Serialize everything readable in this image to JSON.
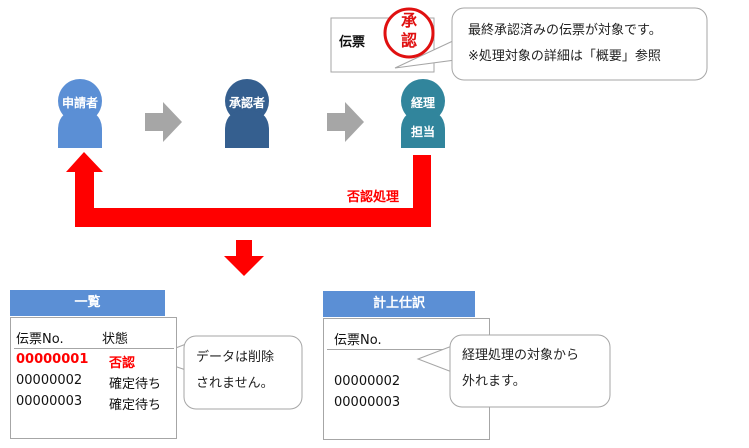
{
  "top": {
    "voucher_label": "伝票",
    "stamp_text": [
      "承",
      "認"
    ],
    "callout_lines": [
      "最終承認済みの伝票が対象です。",
      "※処理対象の詳細は「概要」参照"
    ]
  },
  "flow": {
    "applicant": "申請者",
    "approver": "承認者",
    "accounting": [
      "経理",
      "担当"
    ],
    "reject_label": "否認処理"
  },
  "list_panel": {
    "title": "一覧",
    "headers": [
      "伝票No.",
      "状態"
    ],
    "rows": [
      {
        "no": "00000001",
        "status": "否認",
        "highlight": true
      },
      {
        "no": "00000002",
        "status": "確定待ち",
        "highlight": false
      },
      {
        "no": "00000003",
        "status": "確定待ち",
        "highlight": false
      }
    ],
    "callout_lines": [
      "データは削除",
      "されません。"
    ]
  },
  "journal_panel": {
    "title": "計上仕訳",
    "header": "伝票No.",
    "rows": [
      "00000002",
      "00000003"
    ],
    "callout_lines": [
      "経理処理の対象から",
      "外れます。"
    ]
  },
  "colors": {
    "applicant": "#5b8fd5",
    "approver": "#355f8f",
    "accounting": "#31859c",
    "red": "#ff0000",
    "arrow_gray": "#a6a6a6",
    "panel_header": "#5b8fd5"
  }
}
